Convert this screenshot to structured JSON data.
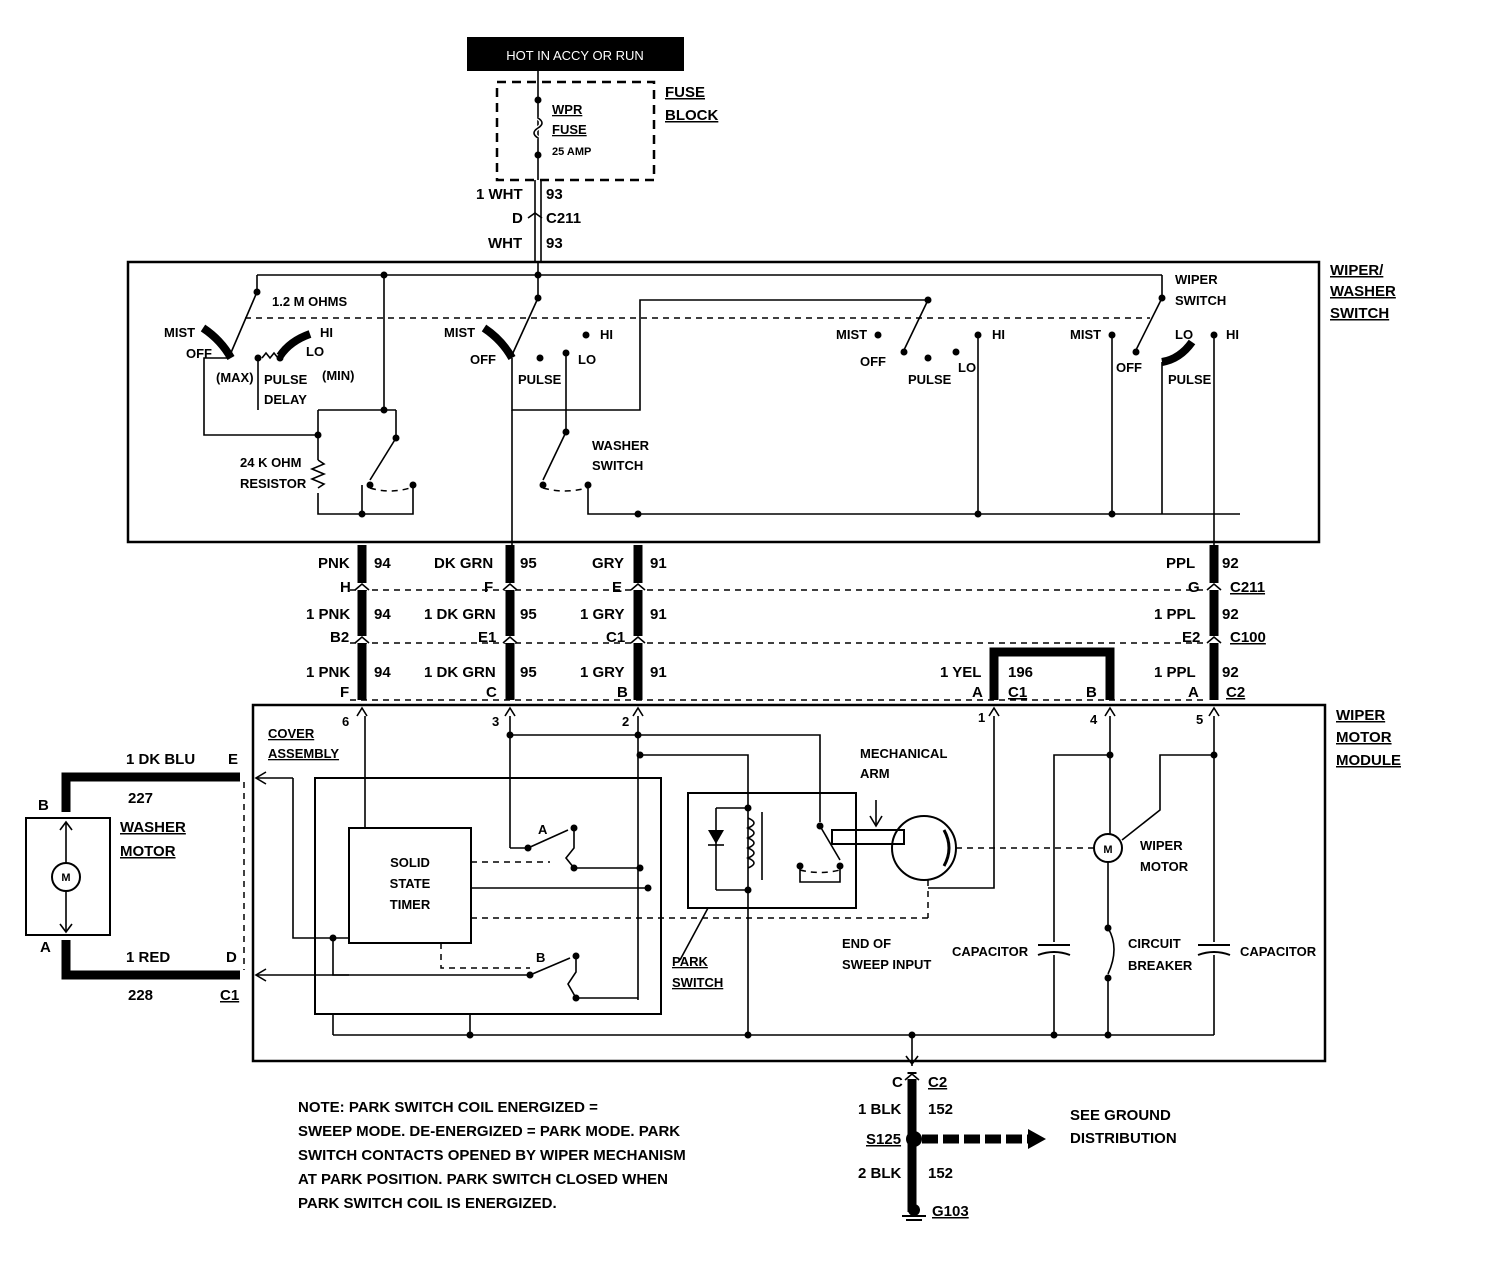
{
  "header": {
    "power_label": "HOT IN ACCY OR RUN"
  },
  "fuse_block": {
    "title_line1": "FUSE",
    "title_line2": "BLOCK",
    "fuse_name_line1": "WPR",
    "fuse_name_line2": "FUSE",
    "fuse_rating": "25 AMP"
  },
  "feed": {
    "wire1_color": "1 WHT",
    "wire1_circuit": "93",
    "connector_pin": "D",
    "connector_name": "C211",
    "wire2_color": "WHT",
    "wire2_circuit": "93"
  },
  "wiper_switch": {
    "title_line1": "WIPER/",
    "title_line2": "WASHER",
    "title_line3": "SWITCH",
    "ohms": "1.2 M OHMS",
    "sec1": {
      "mist": "MIST",
      "off": "OFF",
      "max": "(MAX)",
      "hi": "HI",
      "lo": "LO",
      "min": "(MIN)",
      "pulse": "PULSE",
      "delay": "DELAY"
    },
    "resistor_line1": "24 K OHM",
    "resistor_line2": "RESISTOR",
    "sec2": {
      "mist": "MIST",
      "off": "OFF",
      "pulse": "PULSE",
      "hi": "HI",
      "lo": "LO"
    },
    "washer_line1": "WASHER",
    "washer_line2": "SWITCH",
    "sec3": {
      "mist": "MIST",
      "off": "OFF",
      "pulse": "PULSE",
      "lo": "LO",
      "hi": "HI"
    },
    "wiper_sw_line1": "WIPER",
    "wiper_sw_line2": "SWITCH",
    "sec4": {
      "mist": "MIST",
      "off": "OFF",
      "lo": "LO",
      "hi": "HI",
      "pulse": "PULSE"
    }
  },
  "harness": {
    "row1": [
      {
        "color": "PNK",
        "circuit": "94",
        "pin": "H"
      },
      {
        "color": "DK GRN",
        "circuit": "95",
        "pin": "F"
      },
      {
        "color": "GRY",
        "circuit": "91",
        "pin": "E"
      },
      {
        "color": "PPL",
        "circuit": "92",
        "pin": "G",
        "connector": "C211"
      }
    ],
    "row2": [
      {
        "color": "1 PNK",
        "circuit": "94",
        "pin": "B2"
      },
      {
        "color": "1 DK GRN",
        "circuit": "95",
        "pin": "E1"
      },
      {
        "color": "1 GRY",
        "circuit": "91",
        "pin": "C1"
      },
      {
        "color": "1 PPL",
        "circuit": "92",
        "pin": "E2",
        "connector": "C100"
      }
    ],
    "row3": [
      {
        "color": "1 PNK",
        "circuit": "94",
        "pin": "F"
      },
      {
        "color": "1 DK GRN",
        "circuit": "95",
        "pin": "C"
      },
      {
        "color": "1 GRY",
        "circuit": "91",
        "pin": "B"
      },
      {
        "color": "1 YEL",
        "circuit": "196",
        "pin": "A",
        "connector": "C1"
      },
      {
        "pin_b": "B"
      },
      {
        "color": "1 PPL",
        "circuit": "92",
        "pin": "A",
        "connector": "C2"
      }
    ]
  },
  "motor_module": {
    "title_line1": "WIPER",
    "title_line2": "MOTOR",
    "title_line3": "MODULE",
    "pins": [
      "6",
      "3",
      "2",
      "1",
      "4",
      "5"
    ],
    "cover_line1": "COVER",
    "cover_line2": "ASSEMBLY",
    "timer_line1": "SOLID",
    "timer_line2": "STATE",
    "timer_line3": "TIMER",
    "switch_a": "A",
    "switch_b": "B",
    "mech_line1": "MECHANICAL",
    "mech_line2": "ARM",
    "park_line1": "PARK",
    "park_line2": "SWITCH",
    "eos_line1": "END OF",
    "eos_line2": "SWEEP INPUT",
    "capacitor_left": "CAPACITOR",
    "capacitor_right": "CAPACITOR",
    "breaker_line1": "CIRCUIT",
    "breaker_line2": "BREAKER",
    "wiper_motor_line1": "WIPER",
    "wiper_motor_line2": "MOTOR",
    "motor_symbol": "M"
  },
  "washer": {
    "title_line1": "WASHER",
    "title_line2": "MOTOR",
    "motor_symbol": "M",
    "wire_top_color": "1 DK BLU",
    "wire_top_circuit": "227",
    "wire_top_pin": "E",
    "wire_bot_color": "1 RED",
    "wire_bot_circuit": "228",
    "wire_bot_pin": "D",
    "connector": "C1",
    "pin_b": "B",
    "pin_a": "A"
  },
  "ground": {
    "pin": "C",
    "connector": "C2",
    "wire1_color": "1 BLK",
    "wire1_circuit": "152",
    "splice": "S125",
    "wire2_color": "2 BLK",
    "wire2_circuit": "152",
    "ground_point": "G103",
    "see_line1": "SEE GROUND",
    "see_line2": "DISTRIBUTION"
  },
  "note": {
    "line1": "NOTE: PARK SWITCH COIL ENERGIZED =",
    "line2": "SWEEP MODE. DE-ENERGIZED = PARK MODE. PARK",
    "line3": "SWITCH CONTACTS OPENED BY WIPER MECHANISM",
    "line4": "AT PARK POSITION. PARK SWITCH CLOSED WHEN",
    "line5": "PARK SWITCH COIL IS ENERGIZED."
  }
}
